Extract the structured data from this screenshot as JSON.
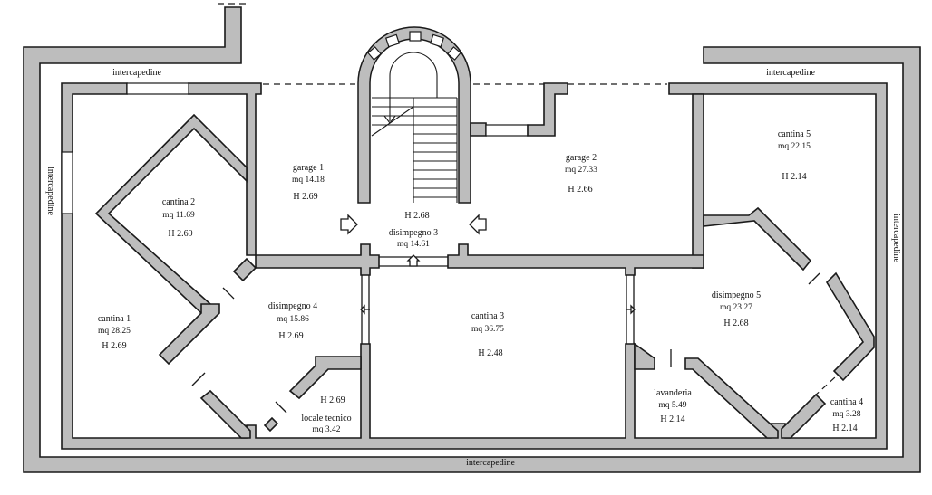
{
  "plan": {
    "perimeter": {
      "top_left": "intercapedine",
      "top_right": "intercapedine",
      "left": "intercapedine",
      "right": "intercapedine",
      "bottom": "intercapedine"
    },
    "rooms": {
      "garage1": {
        "name": "garage 1",
        "area": "mq 14.18",
        "height": "H 2.69"
      },
      "cantina2": {
        "name": "cantina 2",
        "area": "mq 11.69",
        "height": "H 2.69"
      },
      "disimpegno3": {
        "name": "disimpegno 3",
        "area": "mq 14.61",
        "height": "H 2.68"
      },
      "garage2": {
        "name": "garage 2",
        "area": "mq 27.33",
        "height": "H 2.66"
      },
      "cantina5": {
        "name": "cantina 5",
        "area": "mq 22.15",
        "height": "H 2.14"
      },
      "cantina1": {
        "name": "cantina 1",
        "area": "mq 28.25",
        "height": "H 2.69"
      },
      "disimpegno4": {
        "name": "disimpegno 4",
        "area": "mq 15.86",
        "height": "H 2.69"
      },
      "cantina3": {
        "name": "cantina 3",
        "area": "mq 36.75",
        "height": "H 2.48"
      },
      "disimpegno5": {
        "name": "disimpegno 5",
        "area": "mq 23.27",
        "height": "H 2.68"
      },
      "localetecnico": {
        "name": "locale tecnico",
        "area": "mq 3.42",
        "height": "H 2.69"
      },
      "lavanderia": {
        "name": "lavanderia",
        "area": "mq 5.49",
        "height": "H 2.14"
      },
      "cantina4": {
        "name": "cantina 4",
        "area": "mq 3.28",
        "height": "H 2.14"
      }
    }
  }
}
